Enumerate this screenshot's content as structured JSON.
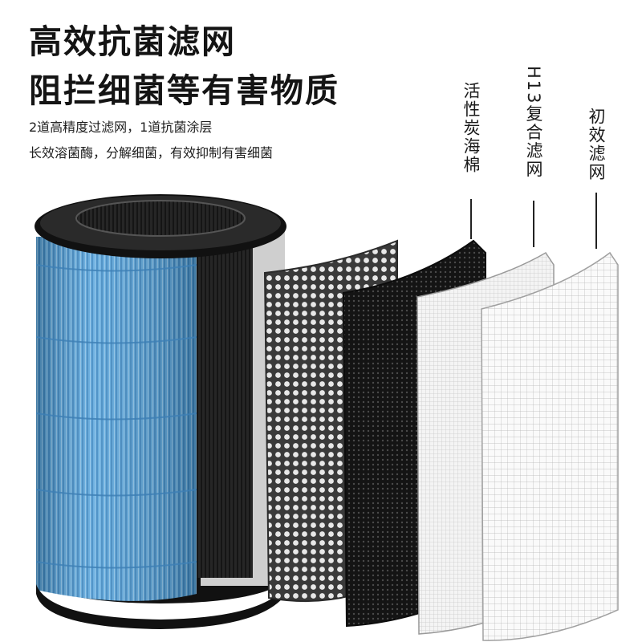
{
  "headline": {
    "line1": "高效抗菌滤网",
    "line2": "阻拦细菌等有害物质"
  },
  "subtitle": {
    "line1": "2道高精度过滤网，1道抗菌涂层",
    "line2": "长效溶菌酶，分解细菌，有效抑制有害细菌"
  },
  "layer_labels": {
    "activated_carbon": "活性炭海棉",
    "h13": "H13复合滤网",
    "primary": "初效滤网"
  },
  "colors": {
    "filter_blue": "#5aa6dc",
    "carbon_black": "#1c1c1c",
    "ring_black": "#111111",
    "mesh_white": "#f2f2f2"
  }
}
